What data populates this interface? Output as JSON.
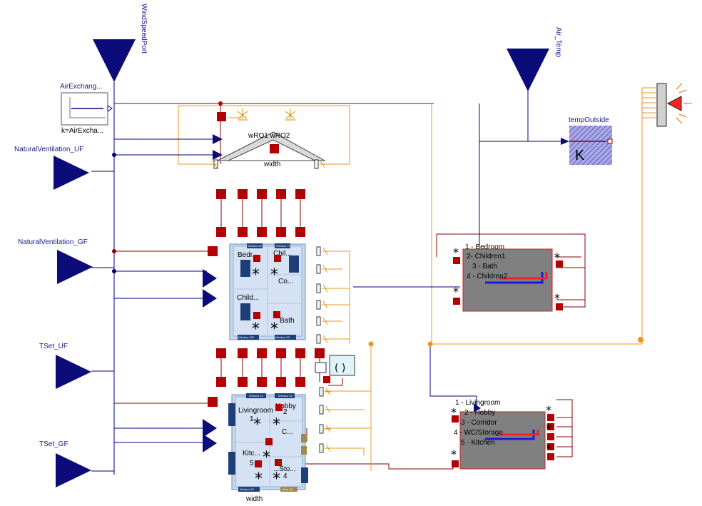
{
  "ports": {
    "wind_speed": "WindSpeedPort",
    "air_temp": "Air_Temp",
    "natural_vent_uf": "NaturalVentilation_UF",
    "natural_vent_gf": "NaturalVentilation_GF",
    "tset_uf": "TSet_UF",
    "tset_gf": "TSet_GF"
  },
  "air_exchange": {
    "name": "AirExchang...",
    "param": "k=AirExcha..."
  },
  "roof": {
    "label": "wRO1 wRO2",
    "width": "width"
  },
  "temp_outside": {
    "name": "tempOutside",
    "unit": "K"
  },
  "upper_floor": {
    "rooms": [
      "Bedr...",
      "Chil...",
      "Co...",
      "Child...",
      "Bath"
    ],
    "windows": [
      "Window 62",
      "Window 72",
      "Window 102",
      "Window 93"
    ],
    "bottom_label": "C..."
  },
  "ground_floor": {
    "rooms": [
      "Livingroom",
      "Hobby",
      "C...",
      "Kitc...",
      "...Sto..."
    ],
    "numbers": [
      "1",
      "2",
      "5",
      "4"
    ],
    "windows": [
      "Window 12",
      "Window 22",
      "Window 52",
      "Door 42"
    ],
    "width": "width"
  },
  "zones_uf": {
    "items": [
      "1 - Bedroom",
      "2- Children1",
      "3 - Bath",
      "4 - Children2"
    ]
  },
  "zones_gf": {
    "items": [
      "1 - Livingroom",
      "2 - Hobby",
      "3 - Corridor",
      "4 - WC/Storage",
      "5 - Kitchen"
    ]
  },
  "colors": {
    "port_blue": "#0b0b7a",
    "connector_red": "#b30000",
    "heat_orange": "#f0941e",
    "signal_blue": "#000080",
    "zone_gray": "#808080"
  }
}
